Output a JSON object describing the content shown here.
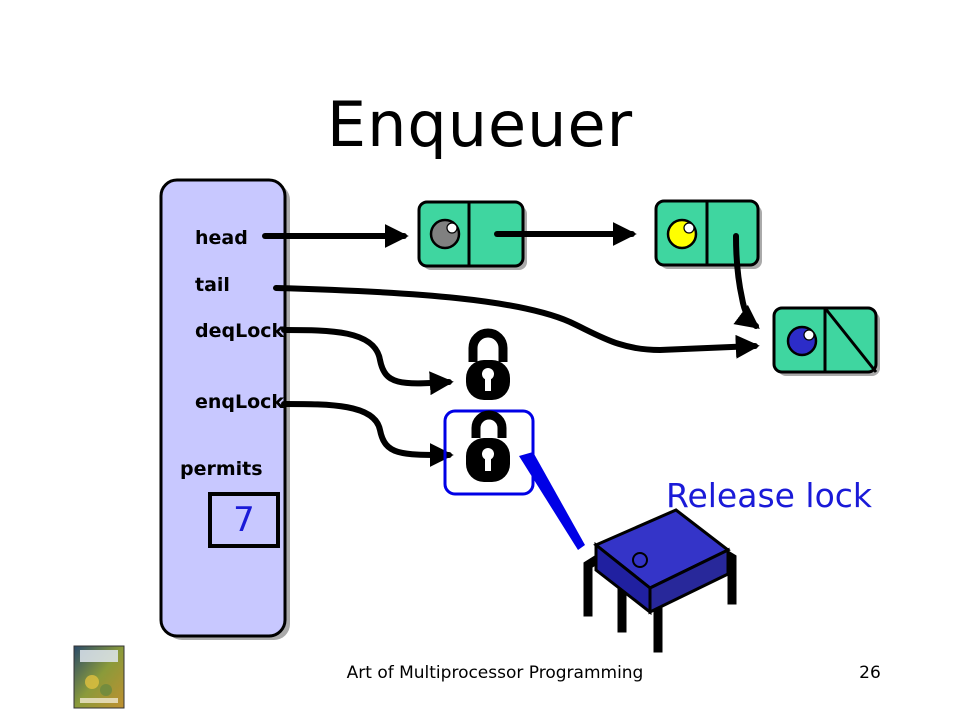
{
  "slide": {
    "title": "Enqueuer",
    "annotation": "Release lock",
    "footer": "Art of Multiprocessor Programming",
    "page_number": "26"
  },
  "queue": {
    "fields": [
      "head",
      "tail",
      "deqLock",
      "enqLock"
    ],
    "permits_label": "permits",
    "permits_value": "7"
  },
  "colors": {
    "queue_panel": "#c8c8ff",
    "node_fill": "#3fd6a0",
    "lock_fill": "#000000",
    "highlight_blue": "#0000e6",
    "text_blue": "#1a1ad8",
    "thread_chip": "#3434c8",
    "node_dot_head": "#808080",
    "node_dot_second": "#ffff00",
    "node_dot_tail": "#2c2cc8"
  },
  "icons": {
    "lock": "padlock-icon",
    "thread": "thread-chip-icon",
    "book": "book-cover-icon"
  }
}
